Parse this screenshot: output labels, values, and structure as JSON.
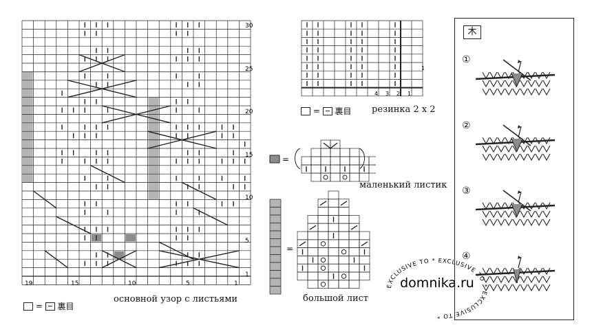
{
  "main_chart": {
    "caption": "основной узор с листьями",
    "row_labels": [
      "1",
      "5",
      "10",
      "15",
      "20",
      "25",
      "30"
    ],
    "col_labels": [
      "19",
      "15",
      "10",
      "5",
      "1"
    ],
    "legend_symbol": "裏目"
  },
  "rib_chart": {
    "caption": "резинка 2 х 2",
    "row_labels": [
      "1"
    ],
    "col_labels": [
      "4",
      "3",
      "2",
      "1"
    ],
    "legend_symbol": "裏目"
  },
  "small_leaf": {
    "caption": "маленький листик"
  },
  "big_leaf": {
    "caption": "большой лист"
  },
  "instructions": {
    "symbol": "木",
    "steps": [
      "①",
      "②",
      "③",
      "④"
    ]
  },
  "watermark": {
    "domain": "domnika.ru",
    "ring_text": "EXCLUSIVE TO * EXCLUSIVE TO * EXCLUSIVE TO *"
  },
  "colors": {
    "line": "#222222",
    "shade": "#b4b4b4",
    "dark_shade": "#8c8c8c"
  }
}
